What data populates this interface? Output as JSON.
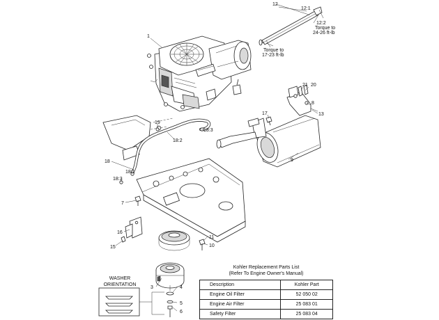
{
  "callouts": {
    "c1": "1",
    "c3": "3",
    "c4": "4",
    "c5": "5",
    "c6": "6",
    "c7": "7",
    "c8": "8",
    "c9": "9",
    "c10": "10",
    "c11": "11",
    "c12": "12",
    "c12_1": "12:1",
    "c12_2": "12:2",
    "c13": "13",
    "c15": "15",
    "c16": "16",
    "c17": "17",
    "c18": "18",
    "c18_1": "18:1",
    "c18_2": "18:2",
    "c18_3a": "18:3",
    "c18_3b": "18:3",
    "c19": "19",
    "c20": "20",
    "c21": "21"
  },
  "notes": {
    "torque_24_26_line1": "Torque to",
    "torque_24_26_line2": "24-26 ft-lb",
    "torque_17_23_line1": "Torque to",
    "torque_17_23_line2": "17-23 ft-lb"
  },
  "washer": {
    "title_line1": "WASHER",
    "title_line2": "ORIENTATION"
  },
  "kohler_table": {
    "title_line1": "Kohler Replacement Parts List",
    "title_line2": "(Refer To Engine Owner's Manual)",
    "headers": [
      "Description",
      "Kohler Part"
    ],
    "rows": [
      [
        "Engine Oil Filter",
        "52 050 02"
      ],
      [
        "Engine Air Filter",
        "25 083 01"
      ],
      [
        "Safety Filter",
        "25 083 04"
      ]
    ]
  }
}
